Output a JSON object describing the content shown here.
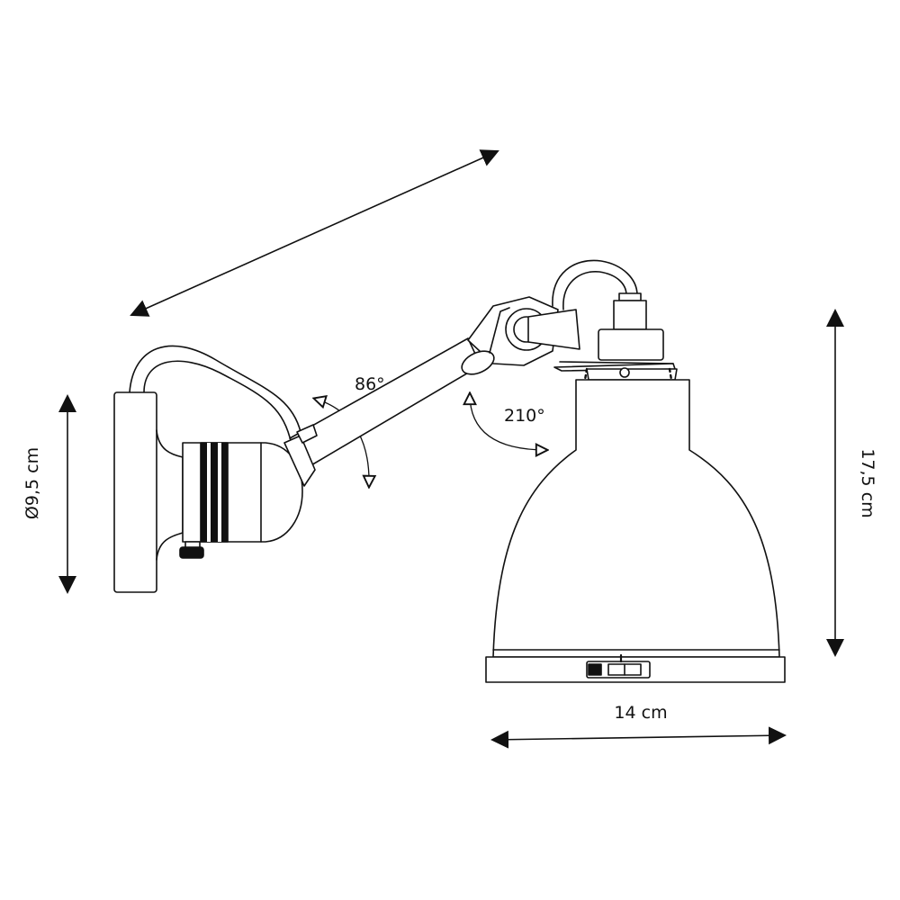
{
  "diagram": {
    "labels": {
      "diameter": "Ø9,5 cm",
      "arm_angle": "86°",
      "shade_angle": "210°",
      "height": "17,5 cm",
      "width": "14 cm"
    },
    "colors": {
      "line": "#111111",
      "background": "#ffffff"
    }
  }
}
